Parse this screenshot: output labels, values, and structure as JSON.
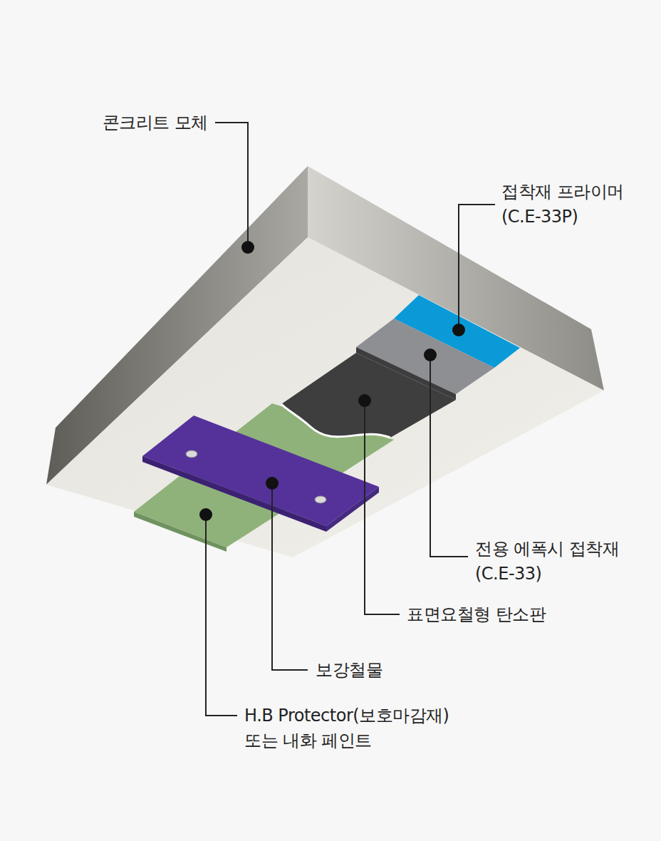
{
  "diagram": {
    "labels": [
      "콘크리트 모체",
      "접착재 프라이머 (C.E-33P)",
      "전용 에폭시 접착재 (C.E-33)",
      "표면요철형 탄소판",
      "보강철물",
      "H.B Protector(보호마감재) 또는 내화 페인트"
    ]
  }
}
